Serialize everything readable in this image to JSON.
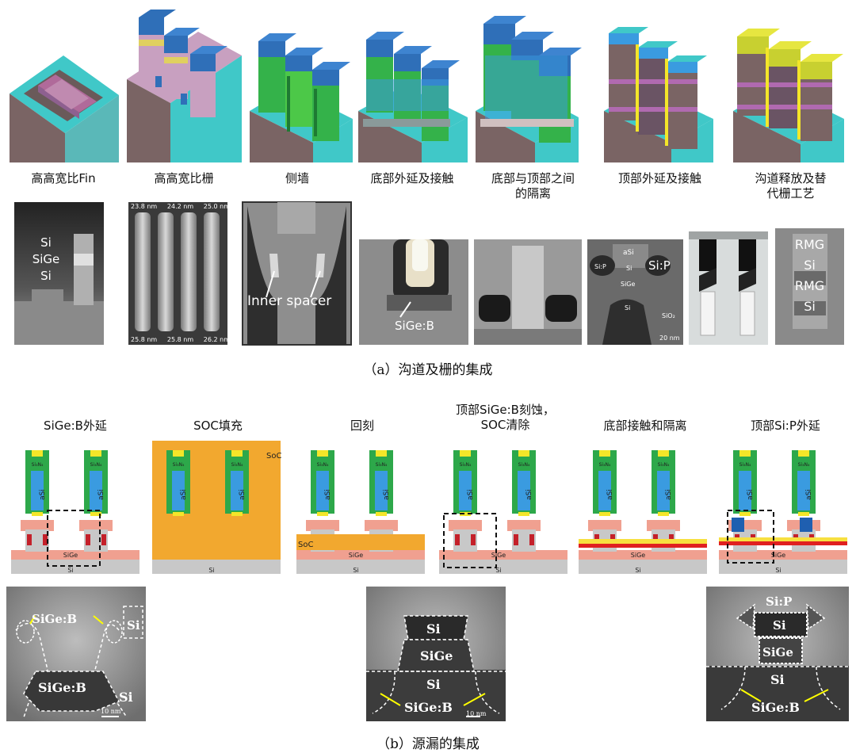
{
  "part_a": {
    "steps": [
      {
        "label": "高高宽比Fin"
      },
      {
        "label": "高高宽比栅"
      },
      {
        "label": "侧墙"
      },
      {
        "label": "底部外延及接触"
      },
      {
        "label": "底部与顶部之间的隔离",
        "line1": "底部与顶部之间",
        "line2": "的隔离"
      },
      {
        "label": "顶部外延及接触"
      },
      {
        "label": "沟道释放及替代栅工艺",
        "line1": "沟道释放及替",
        "line2": "代栅工艺"
      }
    ],
    "micrographs": {
      "m1": [
        "Si",
        "SiGe",
        "Si"
      ],
      "m2_top": [
        "23.8 nm",
        "24.2 nm",
        "25.0 nm"
      ],
      "m2_bottom": [
        "25.8 nm",
        "25.8 nm",
        "26.2 nm"
      ],
      "m3": "Inner spacer",
      "m4": "SiGe:B",
      "m6": [
        "aSi",
        "Si:P",
        "Si:P",
        "Si",
        "SiGe",
        "Si",
        "SiO₂",
        "20 nm"
      ],
      "m8": [
        "RMG",
        "Si",
        "RMG",
        "Si"
      ]
    },
    "caption": "（a）沟道及栅的集成"
  },
  "part_b": {
    "steps": [
      {
        "label": "SiGe:B外延"
      },
      {
        "label": "SOC填充"
      },
      {
        "label": "回刻"
      },
      {
        "label": "顶部SiGe:B刻蚀，SOC清除",
        "line1": "顶部SiGe:B刻蚀，",
        "line2": "SOC清除"
      },
      {
        "label": "底部接触和隔离"
      },
      {
        "label": "顶部Si:P外延"
      }
    ],
    "diagram_text": {
      "nitride": "Si₃N₄",
      "asi": "aSi",
      "sige": "SiGe",
      "si": "Si",
      "soc_fill": "SoC",
      "soc_etch": "SoC"
    },
    "tem1": {
      "labels": [
        "SiGe:B",
        "Si",
        "SiGe:B",
        "Si"
      ],
      "scale": "10 nm"
    },
    "tem2": {
      "labels": [
        "Si",
        "SiGe",
        "Si",
        "SiGe:B"
      ],
      "scale": "10 nm"
    },
    "tem3": {
      "labels": [
        "Si:P",
        "Si",
        "SiGe",
        "Si",
        "SiGe:B"
      ]
    },
    "caption": "（b）源漏的集成"
  },
  "colors": {
    "substrate": "#7a6a6a",
    "cyan": "#40c8c8",
    "hardmask_blue": "#2f6fb8",
    "green": "#34b24a",
    "spacer_green": "#2da84a",
    "asi_blue": "#3a9be0",
    "nitride_yellow": "#f4e629",
    "soc_orange": "#f2a82f",
    "salmon": "#f0a090",
    "dark_red": "#c4202a",
    "grey": "#c8c8c8",
    "contact_yellow": "#f7e040",
    "contact_red": "#e02020",
    "epi_blue": "#1f5fb0"
  }
}
